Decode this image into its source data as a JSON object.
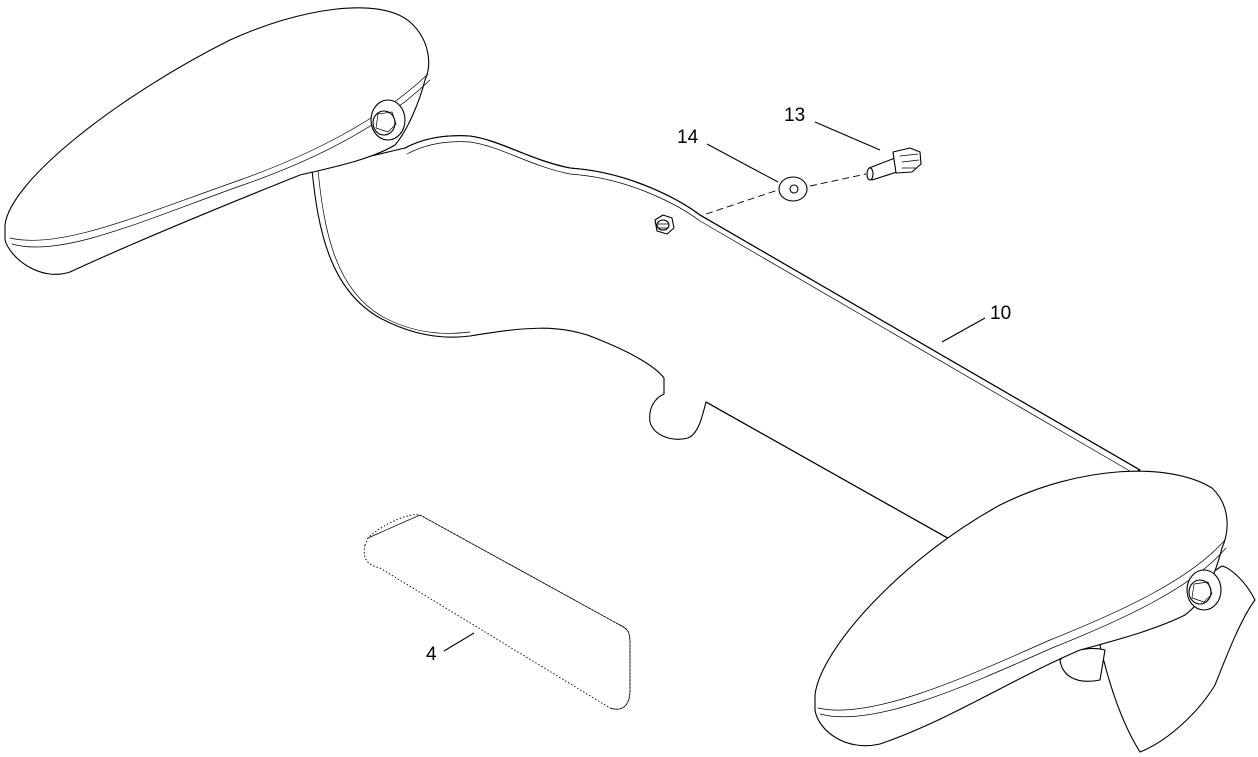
{
  "callouts": {
    "c13": "13",
    "c14": "14",
    "c10": "10",
    "c4": "4"
  }
}
